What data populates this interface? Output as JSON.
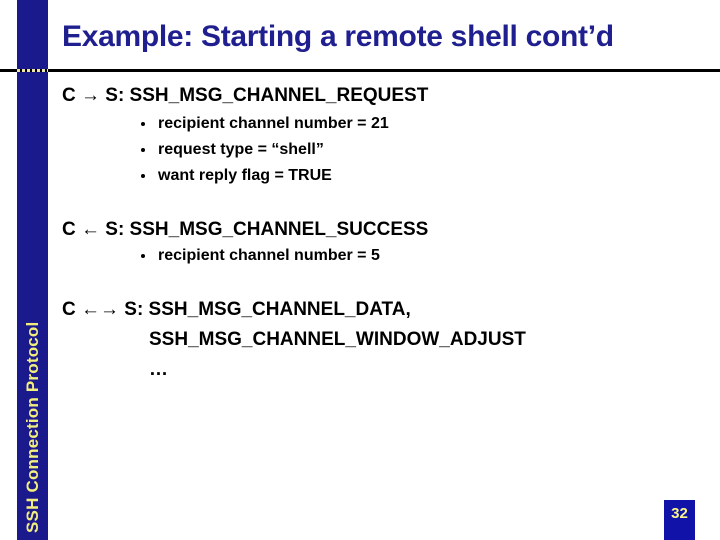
{
  "title": "Example: Starting a remote shell cont’d",
  "sidebar": {
    "label": "SSH Connection Protocol"
  },
  "blocks": [
    {
      "heading": "C → S: SSH_MSG_CHANNEL_REQUEST",
      "bullets": [
        "recipient channel number = 21",
        "request type = “shell”",
        "want reply flag = TRUE"
      ]
    },
    {
      "heading": "C ← S: SSH_MSG_CHANNEL_SUCCESS",
      "bullets": [
        "recipient channel number = 5"
      ]
    },
    {
      "heading": "C ←→ S: SSH_MSG_CHANNEL_DATA,",
      "continuation": [
        "SSH_MSG_CHANNEL_WINDOW_ADJUST",
        "…"
      ]
    }
  ],
  "page": {
    "number": "32"
  },
  "colors": {
    "sidebar_navy": "#1A1A8C",
    "title_navy": "#1F1F8F",
    "accent_yellow": "#F2EE7E",
    "page_box_blue": "#1113A8",
    "rule_black": "#000000",
    "background": "#FFFFFF"
  }
}
